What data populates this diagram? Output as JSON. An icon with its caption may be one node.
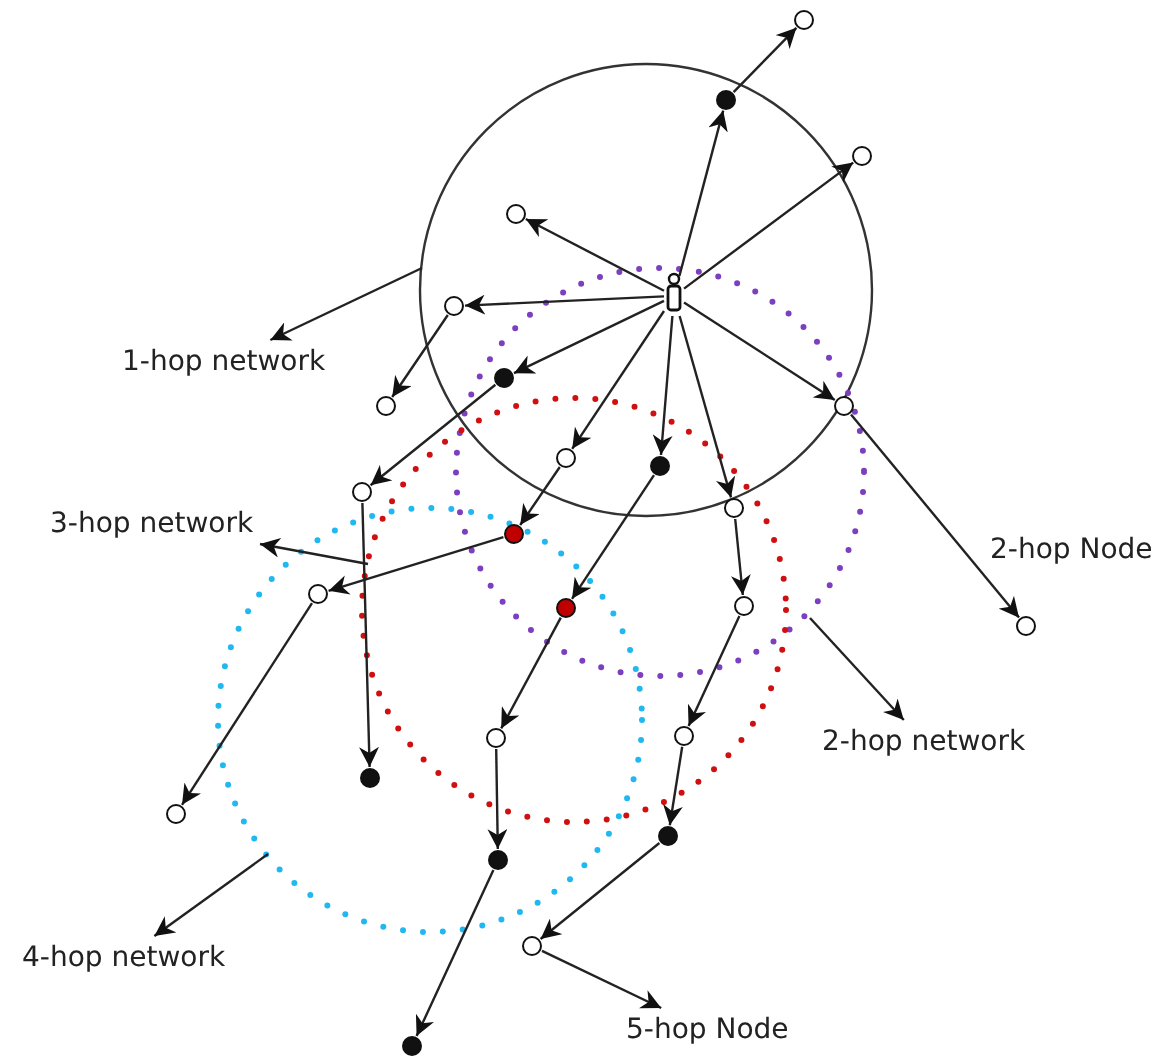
{
  "diagram": {
    "nodes": [
      {
        "text": [],
        "shape": "circle"
      },
      {
        "text": [],
        "shape": "circle"
      },
      {
        "text": [],
        "shape": "circle"
      },
      {
        "text": [],
        "shape": "circle"
      },
      {
        "text": [],
        "shape": "box"
      },
      {
        "text": [],
        "shape": "circle"
      },
      {
        "text": [
          "1-hop network"
        ]
      },
      {
        "text": [],
        "shape": "circle"
      },
      {
        "text": [],
        "shape": "circle"
      },
      {
        "text": [],
        "shape": "circle"
      },
      {
        "text": [],
        "shape": "circle"
      },
      {
        "text": [],
        "shape": "circle"
      },
      {
        "text": [],
        "shape": "circle"
      },
      {
        "text": [],
        "shape": "circle"
      },
      {
        "text": [
          "3-hop network"
        ]
      },
      {
        "text": [],
        "shape": "circle"
      },
      {
        "text": [],
        "shape": "circle"
      },
      {
        "text": [],
        "shape": "circle"
      },
      {
        "text": [],
        "shape": "circle"
      },
      {
        "text": [],
        "shape": "circle",
        "beside": [
          "2-hop Node"
        ]
      },
      {
        "text": [],
        "shape": "circle"
      },
      {
        "text": [],
        "shape": "circle"
      },
      {
        "text": [
          "2-hop network"
        ]
      },
      {
        "text": [],
        "shape": "circle"
      },
      {
        "text": [],
        "shape": "circle"
      },
      {
        "text": [],
        "shape": "circle"
      },
      {
        "text": [],
        "shape": "circle"
      },
      {
        "text": [],
        "shape": "circle"
      },
      {
        "text": [
          "4-hop network"
        ]
      },
      {
        "text": [
          "5-hop Node"
        ]
      },
      {
        "text": [],
        "shape": "circle"
      }
    ],
    "edges": [
      {
        "from": 4,
        "to": 1,
        "arrow": "to"
      },
      {
        "from": 1,
        "to": 0,
        "arrow": "to"
      },
      {
        "from": 4,
        "to": 2,
        "arrow": "to"
      },
      {
        "from": 4,
        "to": 3,
        "arrow": "to"
      },
      {
        "from": 4,
        "to": 5,
        "arrow": "to"
      },
      {
        "from": 5,
        "to": 8,
        "arrow": "to"
      },
      {
        "from": 4,
        "to": 7,
        "arrow": "to"
      },
      {
        "from": 7,
        "to": 12,
        "arrow": "to"
      },
      {
        "from": 4,
        "to": 9,
        "arrow": "to"
      },
      {
        "from": 9,
        "to": 19,
        "arrow": "to"
      },
      {
        "from": 4,
        "to": 10,
        "arrow": "to"
      },
      {
        "from": 4,
        "to": 11,
        "arrow": "to"
      },
      {
        "from": 4,
        "to": 13,
        "arrow": "to"
      },
      {
        "from": 10,
        "to": 15,
        "arrow": "to"
      },
      {
        "from": 11,
        "to": 17,
        "arrow": "to"
      },
      {
        "from": 13,
        "to": 18,
        "arrow": "to"
      },
      {
        "from": 15,
        "to": 16,
        "arrow": "to"
      },
      {
        "from": 12,
        "to": 23,
        "arrow": "to"
      },
      {
        "from": 16,
        "to": 24,
        "arrow": "to"
      },
      {
        "from": 17,
        "to": 21,
        "arrow": "to"
      },
      {
        "from": 21,
        "to": 26,
        "arrow": "to"
      },
      {
        "from": 26,
        "to": 30,
        "arrow": "to"
      },
      {
        "from": 18,
        "to": 20,
        "arrow": "to"
      },
      {
        "from": 20,
        "to": 25,
        "arrow": "to"
      },
      {
        "from": 25,
        "to": 27,
        "arrow": "to"
      },
      {
        "from": 27,
        "to": 29,
        "arrow": "to"
      },
      {
        "from": null,
        "to": 6,
        "arrow": "to"
      },
      {
        "from": null,
        "to": 22,
        "arrow": "to"
      },
      {
        "from": null,
        "to": 14,
        "arrow": "to"
      },
      {
        "from": null,
        "to": 28,
        "arrow": "to"
      }
    ]
  }
}
